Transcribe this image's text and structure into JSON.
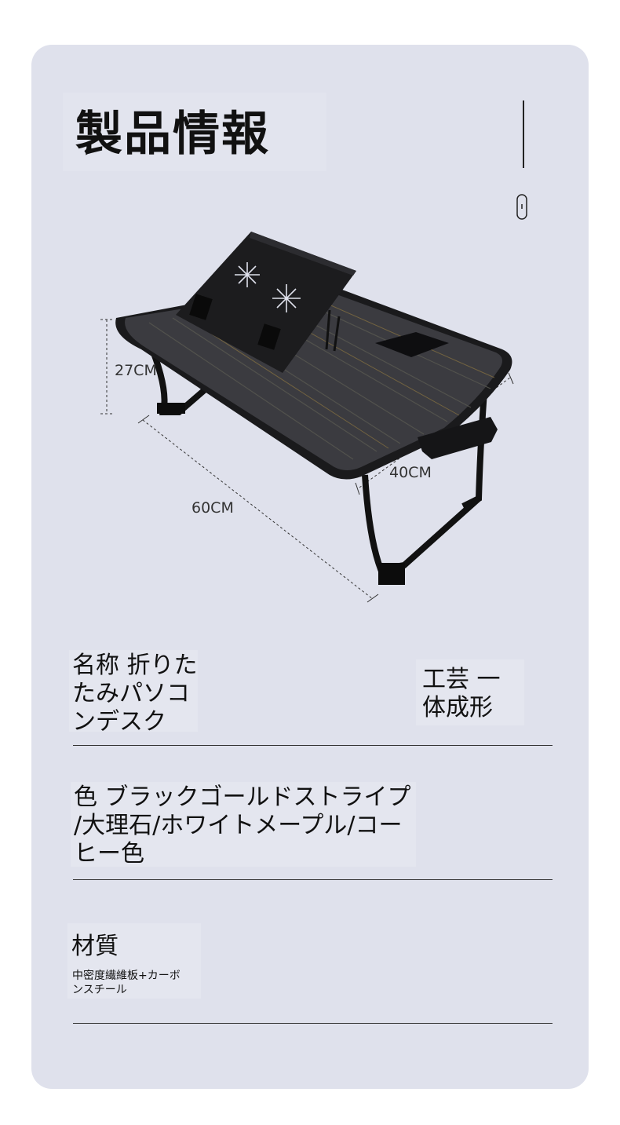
{
  "header": {
    "title": "製品情報"
  },
  "dimensions": {
    "height": "27CM",
    "width": "60CM",
    "depth": "40CM"
  },
  "specs": {
    "name": {
      "text": "名称 折りた\nたみパソコ\nンデスク"
    },
    "craft": {
      "text": "工芸 一\n体成形"
    },
    "color": {
      "text": "色 ブラックゴールドストライプ\n/大理石/ホワイトメープル/コー\nヒー色"
    },
    "material": {
      "label": "材質",
      "value": "中密度繊維板+カーボ\nンスチール"
    }
  },
  "colors": {
    "card": "#dfe1ec",
    "desk": "#2a2a2c"
  }
}
